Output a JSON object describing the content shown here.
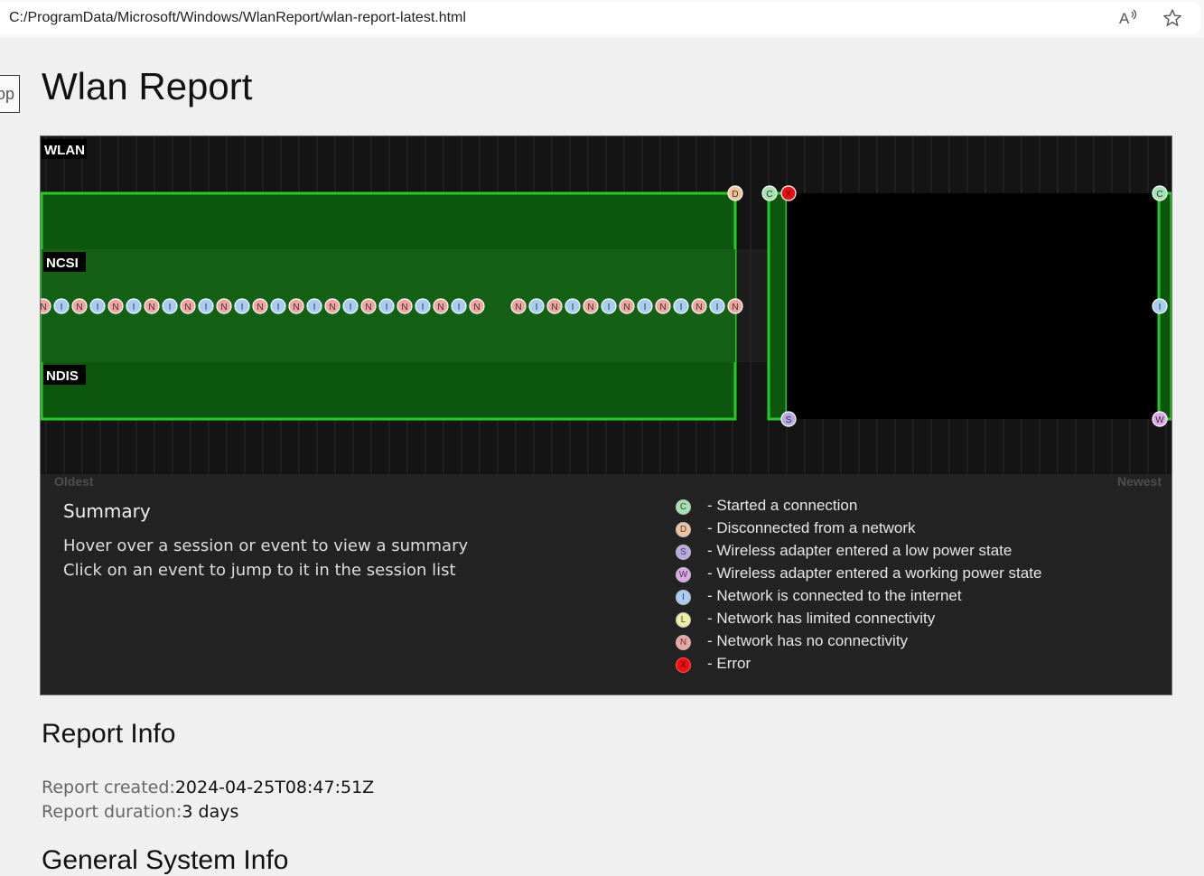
{
  "browser": {
    "url": "C:/ProgramData/Microsoft/Windows/WlanReport/wlan-report-latest.html",
    "read_aloud_icon": "read-aloud-icon",
    "favorite_icon": "star-icon"
  },
  "top_button": {
    "label": "op"
  },
  "page": {
    "title": "Wlan Report"
  },
  "graph": {
    "lanes": {
      "wlan": "WLAN",
      "ncsi": "NCSI",
      "ndis": "NDIS"
    },
    "axis": {
      "oldest": "Oldest",
      "newest": "Newest"
    },
    "event_markers": {
      "wlan_row": [
        "D",
        "C",
        "X",
        "C"
      ],
      "ncsi_row_pattern": "N,I alternating (repeated), then I",
      "ndis_row": [
        "S",
        "W"
      ]
    },
    "summary": {
      "title": "Summary",
      "line1": "Hover over a session or event to view a summary",
      "line2": "Click on an event to jump to it in the session list"
    },
    "legend": [
      {
        "letter": "C",
        "color": "#a3e3b0",
        "text": "- Started a connection"
      },
      {
        "letter": "D",
        "color": "#f4c39a",
        "text": "- Disconnected from a network"
      },
      {
        "letter": "S",
        "color": "#b9a8e8",
        "text": "- Wireless adapter entered a low power state"
      },
      {
        "letter": "W",
        "color": "#e0a6ec",
        "text": "- Wireless adapter entered a working power state"
      },
      {
        "letter": "I",
        "color": "#a6cdf4",
        "text": "- Network is connected to the internet"
      },
      {
        "letter": "L",
        "color": "#eef0a0",
        "text": "- Network has limited connectivity"
      },
      {
        "letter": "N",
        "color": "#f2a5a0",
        "text": "- Network has no connectivity"
      },
      {
        "letter": "X",
        "color": "#ee1111",
        "text": "- Error"
      }
    ]
  },
  "report_info": {
    "title": "Report Info",
    "created_label": "Report created:",
    "created_value": "2024-04-25T08:47:51Z",
    "duration_label": "Report duration:",
    "duration_value": "3 days"
  },
  "general_system_info": {
    "title": "General System Info"
  }
}
